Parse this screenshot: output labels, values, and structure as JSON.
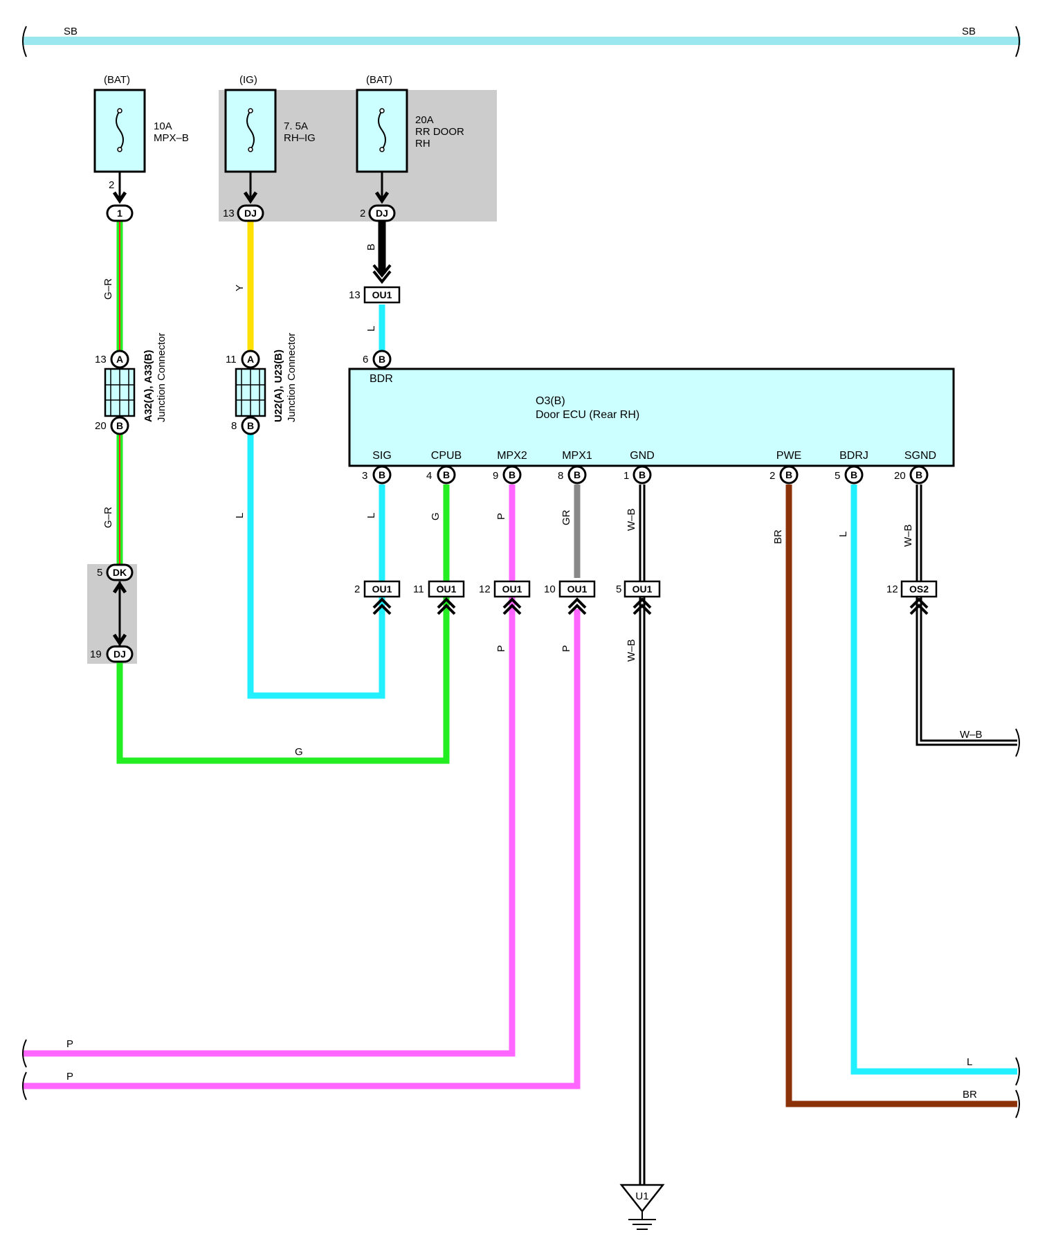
{
  "colors": {
    "SB": "#9be7f0",
    "L": "#22f0ff",
    "G": "#22ee22",
    "G_R_green": "#22ee22",
    "G_R_red": "#ff2222",
    "Y": "#ffe000",
    "B": "#000000",
    "P": "#ff66ff",
    "GR": "#888888",
    "BR": "#8b3208",
    "W": "#ffffff",
    "shade": "#cccccc",
    "box_fill": "#ccffff"
  },
  "bus": {
    "left_label": "SB",
    "right_label": "SB"
  },
  "fuses": [
    {
      "supply": "(BAT)",
      "rating": "10A",
      "name": "MPX–B",
      "name2": ""
    },
    {
      "supply": "(IG)",
      "rating": "7. 5A",
      "name": "RH–IG",
      "name2": ""
    },
    {
      "supply": "(BAT)",
      "rating": "20A",
      "name": "RR DOOR",
      "name2": "RH"
    }
  ],
  "fuse_pins": [
    {
      "num": "2",
      "conn": "1"
    },
    {
      "num": "13",
      "conn": "DJ"
    },
    {
      "num": "2",
      "conn": "DJ"
    }
  ],
  "junctions": [
    {
      "title": "A32(A), A33(B)",
      "subtitle": "Junction Connector",
      "top_num": "13",
      "top_pin": "A",
      "bot_num": "20",
      "bot_pin": "B"
    },
    {
      "title": "U22(A), U23(B)",
      "subtitle": "Junction Connector",
      "top_num": "11",
      "top_pin": "A",
      "bot_num": "8",
      "bot_pin": "B"
    }
  ],
  "inline_connectors": {
    "dk": {
      "num": "5",
      "label": "DK"
    },
    "dj": {
      "num": "19",
      "label": "DJ"
    },
    "ou1_top": {
      "num": "13",
      "label": "OU1"
    }
  },
  "ecu": {
    "code": "O3(B)",
    "name": "Door ECU (Rear RH)",
    "top_pin": {
      "num": "6",
      "pin": "B",
      "label": "BDR"
    },
    "pins": [
      {
        "label": "SIG",
        "num": "3",
        "pin": "B"
      },
      {
        "label": "CPUB",
        "num": "4",
        "pin": "B"
      },
      {
        "label": "MPX2",
        "num": "9",
        "pin": "B"
      },
      {
        "label": "MPX1",
        "num": "8",
        "pin": "B"
      },
      {
        "label": "GND",
        "num": "1",
        "pin": "B"
      },
      {
        "label": "PWE",
        "num": "2",
        "pin": "B"
      },
      {
        "label": "BDRJ",
        "num": "5",
        "pin": "B"
      },
      {
        "label": "SGND",
        "num": "20",
        "pin": "B"
      }
    ]
  },
  "lower_connectors": [
    {
      "num": "2",
      "label": "OU1"
    },
    {
      "num": "11",
      "label": "OU1"
    },
    {
      "num": "12",
      "label": "OU1"
    },
    {
      "num": "10",
      "label": "OU1"
    },
    {
      "num": "5",
      "label": "OU1"
    },
    {
      "num": "12",
      "label": "OS2"
    }
  ],
  "wire_labels": {
    "gr_upper": "G–R",
    "y": "Y",
    "b": "B",
    "l_short": "L",
    "gr_lower": "G–R",
    "l_left": "L",
    "l_sig": "L",
    "g_cpub": "G",
    "p_mpx2": "P",
    "gr_mpx1": "GR",
    "wb_gnd": "W–B",
    "br_pwe": "BR",
    "l_bdrj": "L",
    "wb_sgnd": "W–B",
    "p_mpx2_low": "P",
    "p_mpx1_low": "P",
    "wb_gnd_low": "W–B",
    "g_bottom": "G",
    "wb_right": "W–B",
    "p_left1": "P",
    "p_left2": "P",
    "l_right": "L",
    "br_right": "BR"
  },
  "ground": {
    "label": "U1"
  }
}
